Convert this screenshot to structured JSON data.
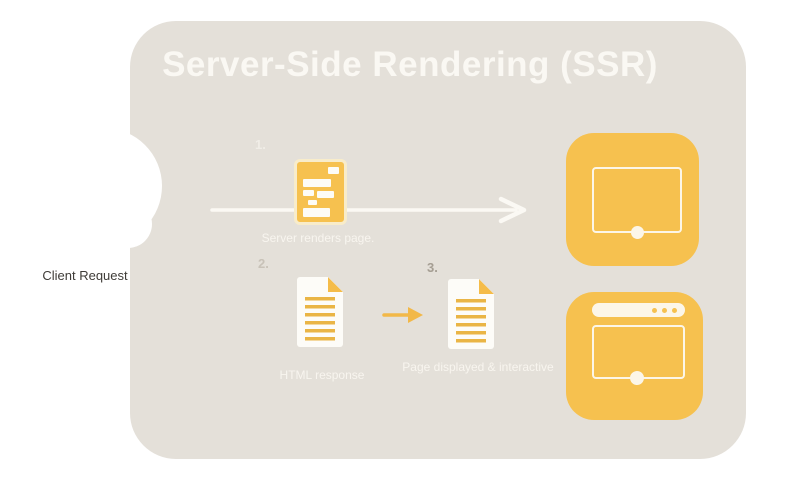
{
  "title": "Server-Side Rendering (SSR)",
  "client_request": {
    "label": "Client Request",
    "icon": "cloud-icon"
  },
  "flow": {
    "request_arrow_icon": "arrow-right-icon",
    "transform_arrow_icon": "arrow-right-icon",
    "steps": [
      {
        "number": "1.",
        "label": "Server renders page.",
        "icon": "rendered-page-icon"
      },
      {
        "number": "2.",
        "label": "HTML response",
        "icon": "html-document-icon"
      },
      {
        "number": "3.",
        "label": "Page displayed & interactive",
        "icon": "interactive-document-icon"
      }
    ]
  },
  "devices": [
    {
      "icon": "tablet-screen-icon"
    },
    {
      "icon": "browser-window-icon"
    }
  ],
  "colors": {
    "background": "#ffffff",
    "panel": "#e4e0d9",
    "accent_orange": "#f6c14f",
    "accent_orange_deep": "#eab545",
    "title_text": "#faf8f3",
    "label_text": "#f8f5ef",
    "client_text": "#3f3c38"
  }
}
